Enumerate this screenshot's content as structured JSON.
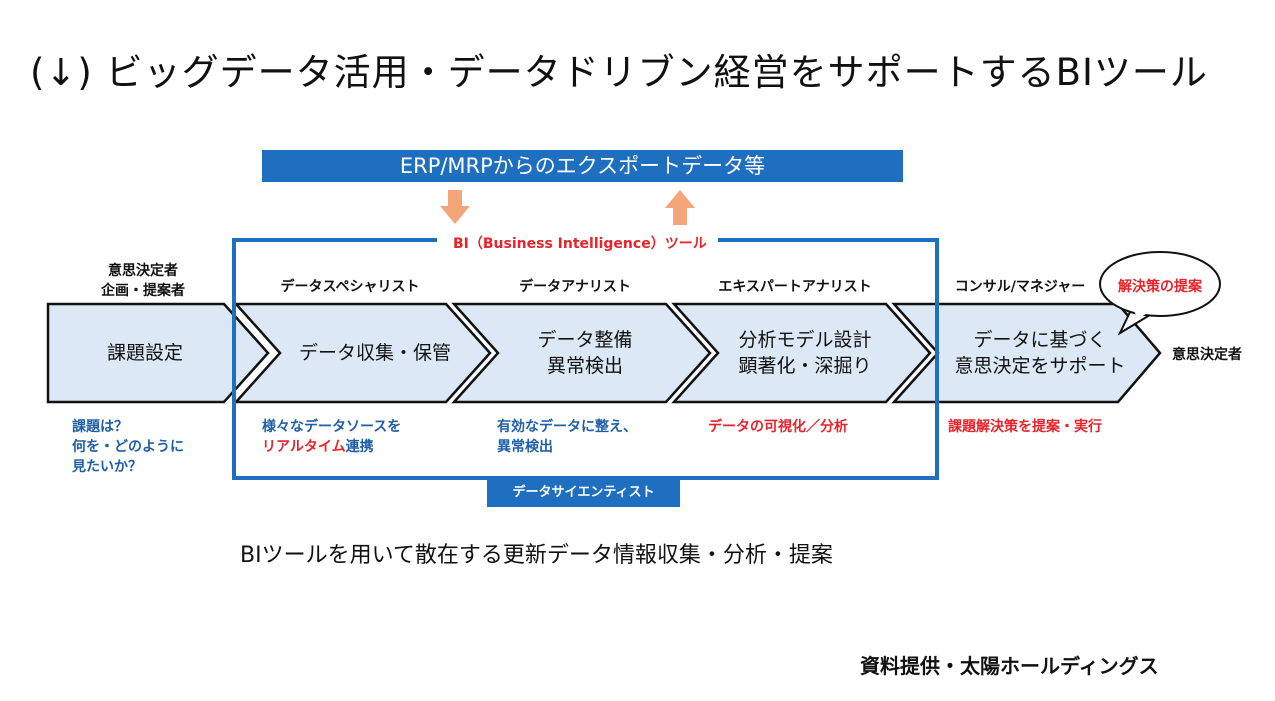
{
  "title": "(↓) ビッグデータ活用・データドリブン経営をサポートするBIツール",
  "banner": "ERP/MRPからのエクスポートデータ等",
  "bi_label": "BI（Business Intelligence）ツール",
  "scientist_label": "データサイエンティスト",
  "stages": [
    {
      "role_line1": "意思決定者",
      "role_line2": "企画・提案者",
      "title": "課題設定",
      "note_line1": "課題は？",
      "note_line2": "何を・どのように",
      "note_line3": "見たいか？"
    },
    {
      "role": "データスペシャリスト",
      "title": "データ収集・保管",
      "note_line1": "様々なデータソースを",
      "note_red": "リアルタイム",
      "note_rest": "連携"
    },
    {
      "role": "データアナリスト",
      "title_line1": "データ整備",
      "title_line2": "異常検出",
      "note_line1": "有効なデータに整え、",
      "note_line2": "異常検出"
    },
    {
      "role": "エキスパートアナリスト",
      "title_line1": "分析モデル設計",
      "title_line2": "顕著化・深掘り",
      "note_red": "データの可視化／分析"
    },
    {
      "role": "コンサル/マネジャー",
      "title_line1": "データに基づく",
      "title_line2": "意思決定をサポート",
      "note_red": "課題解決策を提案・実行"
    }
  ],
  "bubble": "解決策の提案",
  "end_label": "意思決定者",
  "subtitle": "BIツールを用いて散在する更新データ情報収集・分析・提案",
  "credit": "資料提供・太陽ホールディングス",
  "colors": {
    "blue": "#1f6fc0",
    "red": "#e8232a",
    "chevron_fill": "#dce8f5",
    "arrow": "#f4a57a"
  }
}
